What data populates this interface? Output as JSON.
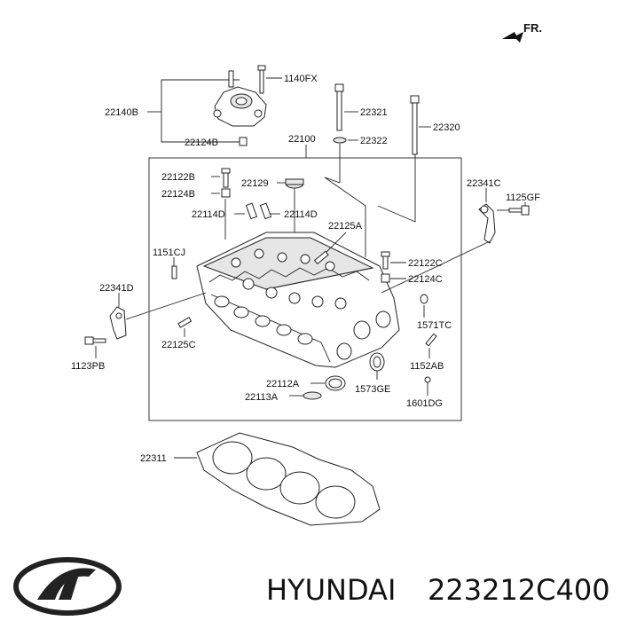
{
  "direction_label": "FR.",
  "brand": "HYUNDAI",
  "part_number": "223212C400",
  "logo_name": "hyundai-logo",
  "parts": {
    "p_1140FX": "1140FX",
    "p_22140B": "22140B",
    "p_22124B_top": "22124B",
    "p_22321": "22321",
    "p_22322": "22322",
    "p_22320": "22320",
    "p_22100": "22100",
    "p_22122B": "22122B",
    "p_22124B": "22124B",
    "p_22129": "22129",
    "p_22114D_left": "22114D",
    "p_22114D_right": "22114D",
    "p_22125A": "22125A",
    "p_22341C": "22341C",
    "p_1125GF": "1125GF",
    "p_1151CJ": "1151CJ",
    "p_22122C": "22122C",
    "p_22124C": "22124C",
    "p_22341D": "22341D",
    "p_1571TC": "1571TC",
    "p_22125C": "22125C",
    "p_1123PB": "1123PB",
    "p_1152AB": "1152AB",
    "p_22112A": "22112A",
    "p_1573GE": "1573GE",
    "p_22113A": "22113A",
    "p_1601DG": "1601DG",
    "p_22311": "22311"
  }
}
